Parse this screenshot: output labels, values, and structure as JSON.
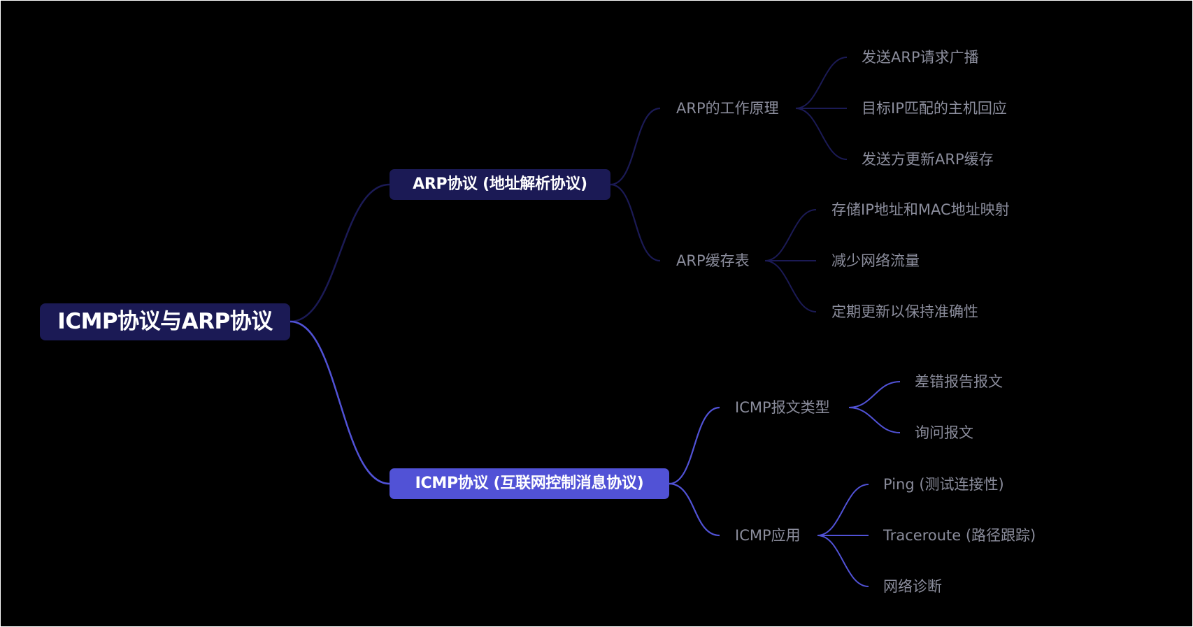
{
  "root": {
    "label": "ICMP协议与ARP协议"
  },
  "branches": [
    {
      "label": "ARP协议 (地址解析协议)",
      "color": "#1b1a55",
      "children": [
        {
          "label": "ARP的工作原理",
          "children": [
            "发送ARP请求广播",
            "目标IP匹配的主机回应",
            "发送方更新ARP缓存"
          ]
        },
        {
          "label": "ARP缓存表",
          "children": [
            "存储IP地址和MAC地址映射",
            "减少网络流量",
            "定期更新以保持准确性"
          ]
        }
      ]
    },
    {
      "label": "ICMP协议 (互联网控制消息协议)",
      "color": "#5152d6",
      "children": [
        {
          "label": "ICMP报文类型",
          "children": [
            "差错报告报文",
            "询问报文"
          ]
        },
        {
          "label": "ICMP应用",
          "children": [
            "Ping (测试连接性)",
            "Traceroute (路径跟踪)",
            "网络诊断"
          ]
        }
      ]
    }
  ],
  "colors": {
    "background": "#000000",
    "arp_branch": "#1b1a55",
    "icmp_branch": "#5152d6",
    "sub_text": "#8b8d9c"
  }
}
